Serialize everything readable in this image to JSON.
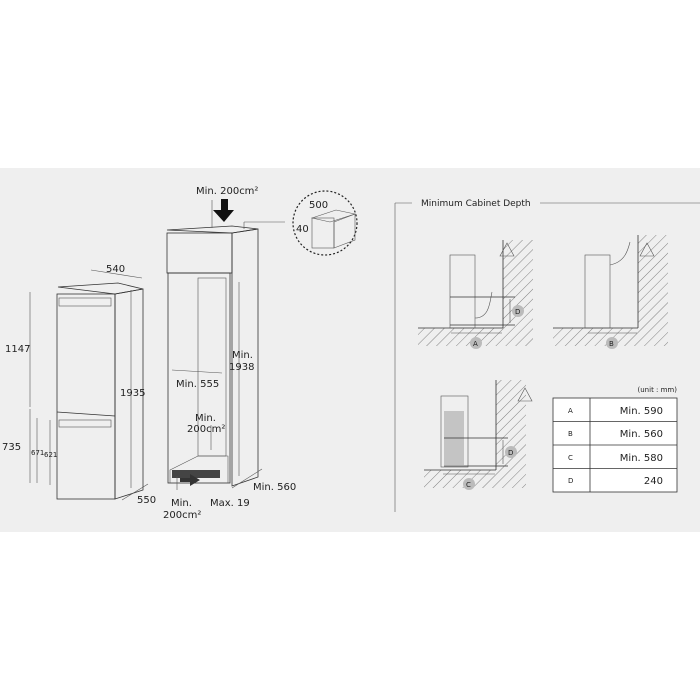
{
  "fridge": {
    "width": "540",
    "upper_height": "1147",
    "lower_height": "735",
    "height_671": "671",
    "height_621": "621",
    "total_height": "1935",
    "depth": "550"
  },
  "cabinet": {
    "top_vent": "Min. 200cm²",
    "inner_height_l1": "Min.",
    "inner_height_l2": "1938",
    "inner_width": "Min. 555",
    "rear_vent_l1": "Min.",
    "rear_vent_l2": "200cm²",
    "bottom_vent_l1": "Min.",
    "bottom_vent_l2": "200cm²",
    "plinth": "Max. 19",
    "depth": "Min. 560",
    "detail_width": "500",
    "detail_depth": "40"
  },
  "depth_panel": {
    "title": "Minimum Cabinet Depth",
    "unit": "(unit : mm)",
    "markers": [
      "A",
      "B",
      "C",
      "D"
    ],
    "table": [
      {
        "key": "A",
        "value": "Min. 590"
      },
      {
        "key": "B",
        "value": "Min. 560"
      },
      {
        "key": "C",
        "value": "Min. 580"
      },
      {
        "key": "D",
        "value": "240"
      }
    ]
  }
}
